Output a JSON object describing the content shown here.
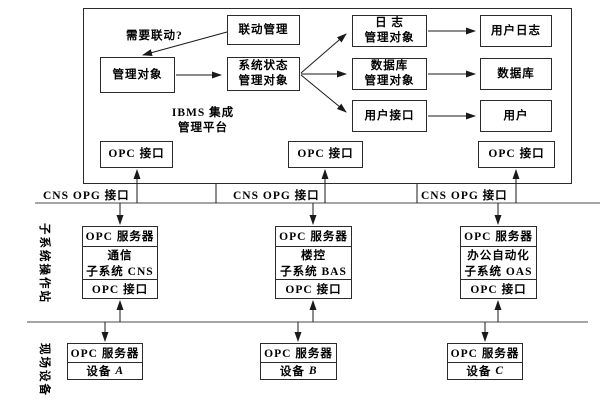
{
  "platform": {
    "caption_line1": "IBMS 集成",
    "caption_line2": "管理平台",
    "linkage_question": "需要联动?",
    "boxes": {
      "linkage_mgmt": "联动管理",
      "managed_object": "管理对象",
      "system_status_line1": "系统状态",
      "system_status_line2": "管理对象",
      "log_mgr_line1": "日 志",
      "log_mgr_line2": "管理对象",
      "user_log": "用户日志",
      "db_mgr_line1": "数据库",
      "db_mgr_line2": "管理对象",
      "database": "数据库",
      "user_interface": "用户接口",
      "user": "用户",
      "opc_if_left": "OPC 接口",
      "opc_if_mid": "OPC 接口",
      "opc_if_right": "OPC 接口"
    }
  },
  "bus_labels": [
    "CNS OPG 接口",
    "CNS OPG 接口",
    "CNS OPG 接口"
  ],
  "side_labels": {
    "subsystem_stations": "子系统操作站",
    "field_devices": "现场设备"
  },
  "subsystems": [
    {
      "server": "OPC 服务器",
      "name_line1": "通信",
      "name_line2": "子系统 CNS",
      "interface": "OPC 接口"
    },
    {
      "server": "OPC 服务器",
      "name_line1": "楼控",
      "name_line2": "子系统 BAS",
      "interface": "OPC 接口"
    },
    {
      "server": "OPC 服务器",
      "name_line1": "办公自动化",
      "name_line2": "子系统 OAS",
      "interface": "OPC 接口"
    }
  ],
  "devices": [
    {
      "server": "OPC 服务器",
      "name_prefix": "设备",
      "letter": "A"
    },
    {
      "server": "OPC 服务器",
      "name_prefix": "设备",
      "letter": "B"
    },
    {
      "server": "OPC 服务器",
      "name_prefix": "设备",
      "letter": "C"
    }
  ],
  "colors": {
    "line": "#1a1a1a",
    "bus": "#6f6f6f",
    "text": "#000000",
    "background": "#ffffff"
  }
}
